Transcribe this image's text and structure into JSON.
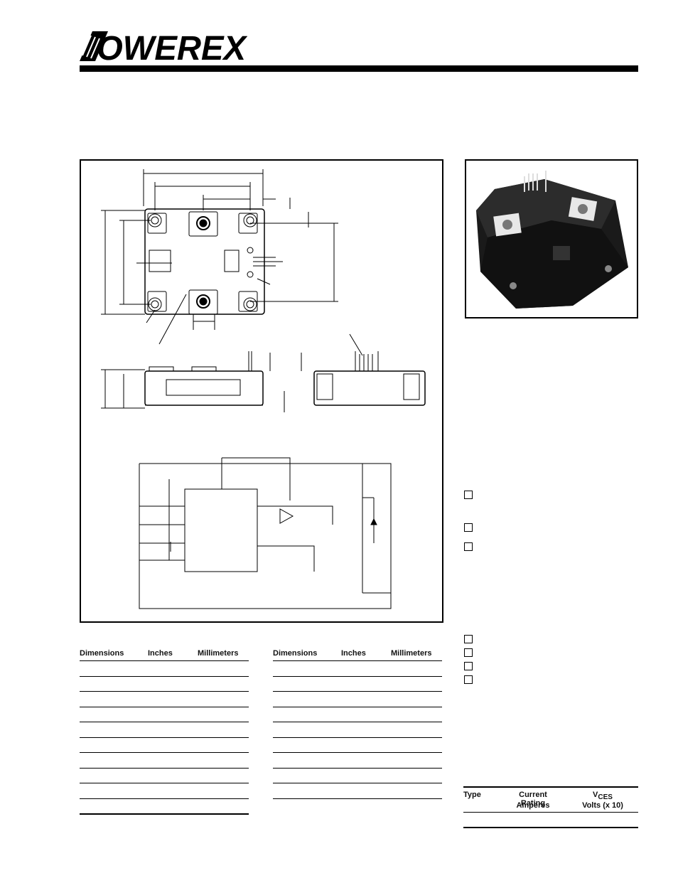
{
  "brand": {
    "name": "POWEREX"
  },
  "dimension_tables": [
    {
      "headers": [
        "Dimensions",
        "Inches",
        "Millimeters"
      ],
      "row_count": 10
    },
    {
      "headers": [
        "Dimensions",
        "Inches",
        "Millimeters"
      ],
      "row_count": 9
    }
  ],
  "ordering_table": {
    "type_label": "Type",
    "current_label": "Current Rating",
    "current_unit": "Amperes",
    "vces_label": "V",
    "vces_sub": "CES",
    "vces_unit": "Volts (x 10)"
  },
  "checkbox_groups": [
    {
      "group": "description",
      "count": 3
    },
    {
      "group": "features",
      "count": 4
    }
  ]
}
